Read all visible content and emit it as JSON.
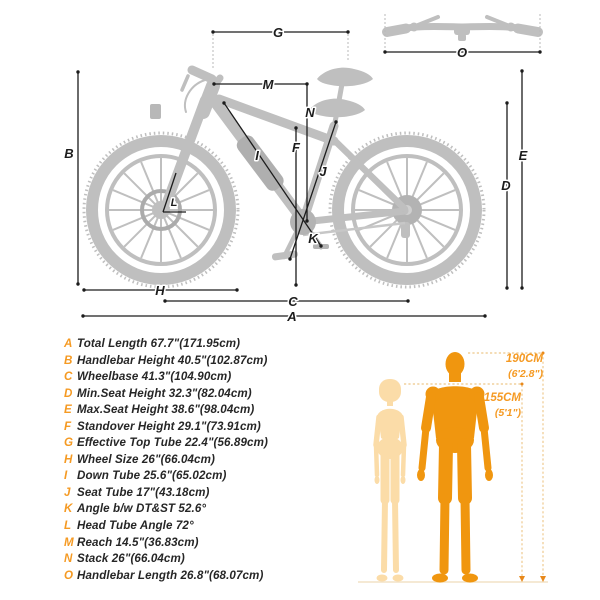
{
  "colors": {
    "accent": "#F59A23",
    "male_figure": "#F0960F",
    "female_figure": "#FBDCA8",
    "bike_silhouette": "#BFBFBF",
    "dimension_line": "#1C1C1C"
  },
  "diagram": {
    "letters": {
      "A": "A",
      "B": "B",
      "C": "C",
      "D": "D",
      "E": "E",
      "F": "F",
      "G": "G",
      "H": "H",
      "I": "I",
      "J": "J",
      "K": "K",
      "L": "L",
      "M": "M",
      "N": "N",
      "O": "O"
    }
  },
  "specs": [
    {
      "letter": "A",
      "text": "Total Length 67.7\"(171.95cm)"
    },
    {
      "letter": "B",
      "text": "Handlebar Height 40.5\"(102.87cm)"
    },
    {
      "letter": "C",
      "text": "Wheelbase 41.3\"(104.90cm)"
    },
    {
      "letter": "D",
      "text": "Min.Seat Height 32.3\"(82.04cm)"
    },
    {
      "letter": "E",
      "text": "Max.Seat Height 38.6\"(98.04cm)"
    },
    {
      "letter": "F",
      "text": "Standover Height 29.1\"(73.91cm)"
    },
    {
      "letter": "G",
      "text": "Effective Top Tube 22.4\"(56.89cm)"
    },
    {
      "letter": "H",
      "text": "Wheel Size 26\"(66.04cm)"
    },
    {
      "letter": "I",
      "text": "Down Tube 25.6\"(65.02cm)"
    },
    {
      "letter": "J",
      "text": "Seat Tube 17\"(43.18cm)"
    },
    {
      "letter": "K",
      "text": "Angle b/w DT&ST 52.6°"
    },
    {
      "letter": "L",
      "text": "Head Tube Angle 72°"
    },
    {
      "letter": "M",
      "text": "Reach 14.5\"(36.83cm)"
    },
    {
      "letter": "N",
      "text": "Stack 26\"(66.04cm)"
    },
    {
      "letter": "O",
      "text": "Handlebar Length 26.8\"(68.07cm)"
    }
  ],
  "riders": {
    "tall": {
      "cm": "190CM",
      "imperial": "(6'2.8\")"
    },
    "short": {
      "cm": "155CM",
      "imperial": "(5'1\")"
    }
  }
}
